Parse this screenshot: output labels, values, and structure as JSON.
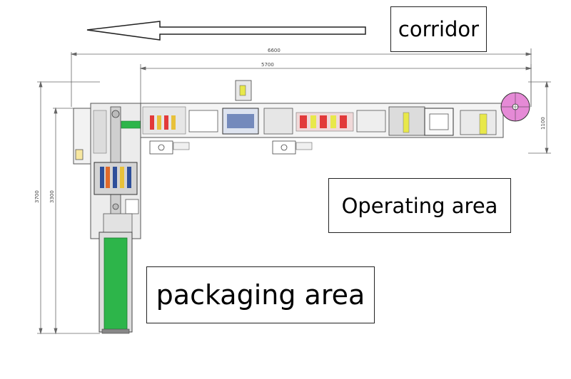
{
  "labels": {
    "corridor": "corridor",
    "operating_area": "Operating area",
    "packaging_area": "packaging area"
  },
  "dimensions": {
    "overall_length": "6600",
    "machine_length": "5700",
    "line_width": "1100",
    "overall_height": "3700",
    "branch_height": "3300"
  },
  "colors": {
    "conveyor": "#2db54a",
    "roller": "#e8e84a",
    "accent_red": "#e23a3a",
    "reel": "#e58ad6",
    "frame": "#555555"
  },
  "icons": {
    "direction_arrow": "left-arrow-icon"
  }
}
